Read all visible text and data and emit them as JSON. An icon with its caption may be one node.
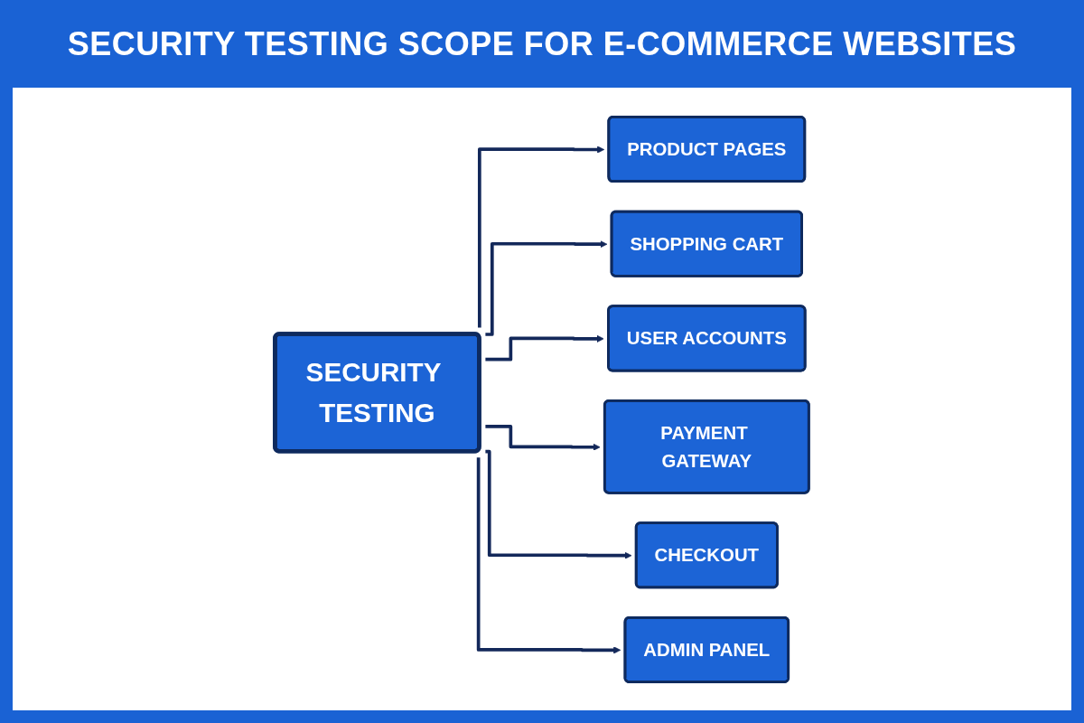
{
  "diagram": {
    "title": "SECURITY TESTING SCOPE FOR E-COMMERCE WEBSITES",
    "nodes": [
      {
        "text": [
          "PRODUCT PAGES"
        ]
      },
      {
        "text": [
          "SHOPPING CART"
        ]
      },
      {
        "text": [
          "USER ACCOUNTS"
        ]
      },
      {
        "text": [
          "SECURITY TESTING"
        ]
      },
      {
        "text": [
          "PAYMENT GATEWAY"
        ]
      },
      {
        "text": [
          "CHECKOUT"
        ]
      },
      {
        "text": [
          "ADMIN PANEL"
        ]
      }
    ],
    "edges": [
      {
        "from": 3,
        "to": 0,
        "arrow": "to"
      },
      {
        "from": 3,
        "to": 1,
        "arrow": "to"
      },
      {
        "from": 3,
        "to": 2,
        "arrow": "to"
      },
      {
        "from": 3,
        "to": 4,
        "arrow": "to"
      },
      {
        "from": 3,
        "to": 5,
        "arrow": "to"
      },
      {
        "from": 3,
        "to": 6,
        "arrow": "to"
      }
    ]
  }
}
